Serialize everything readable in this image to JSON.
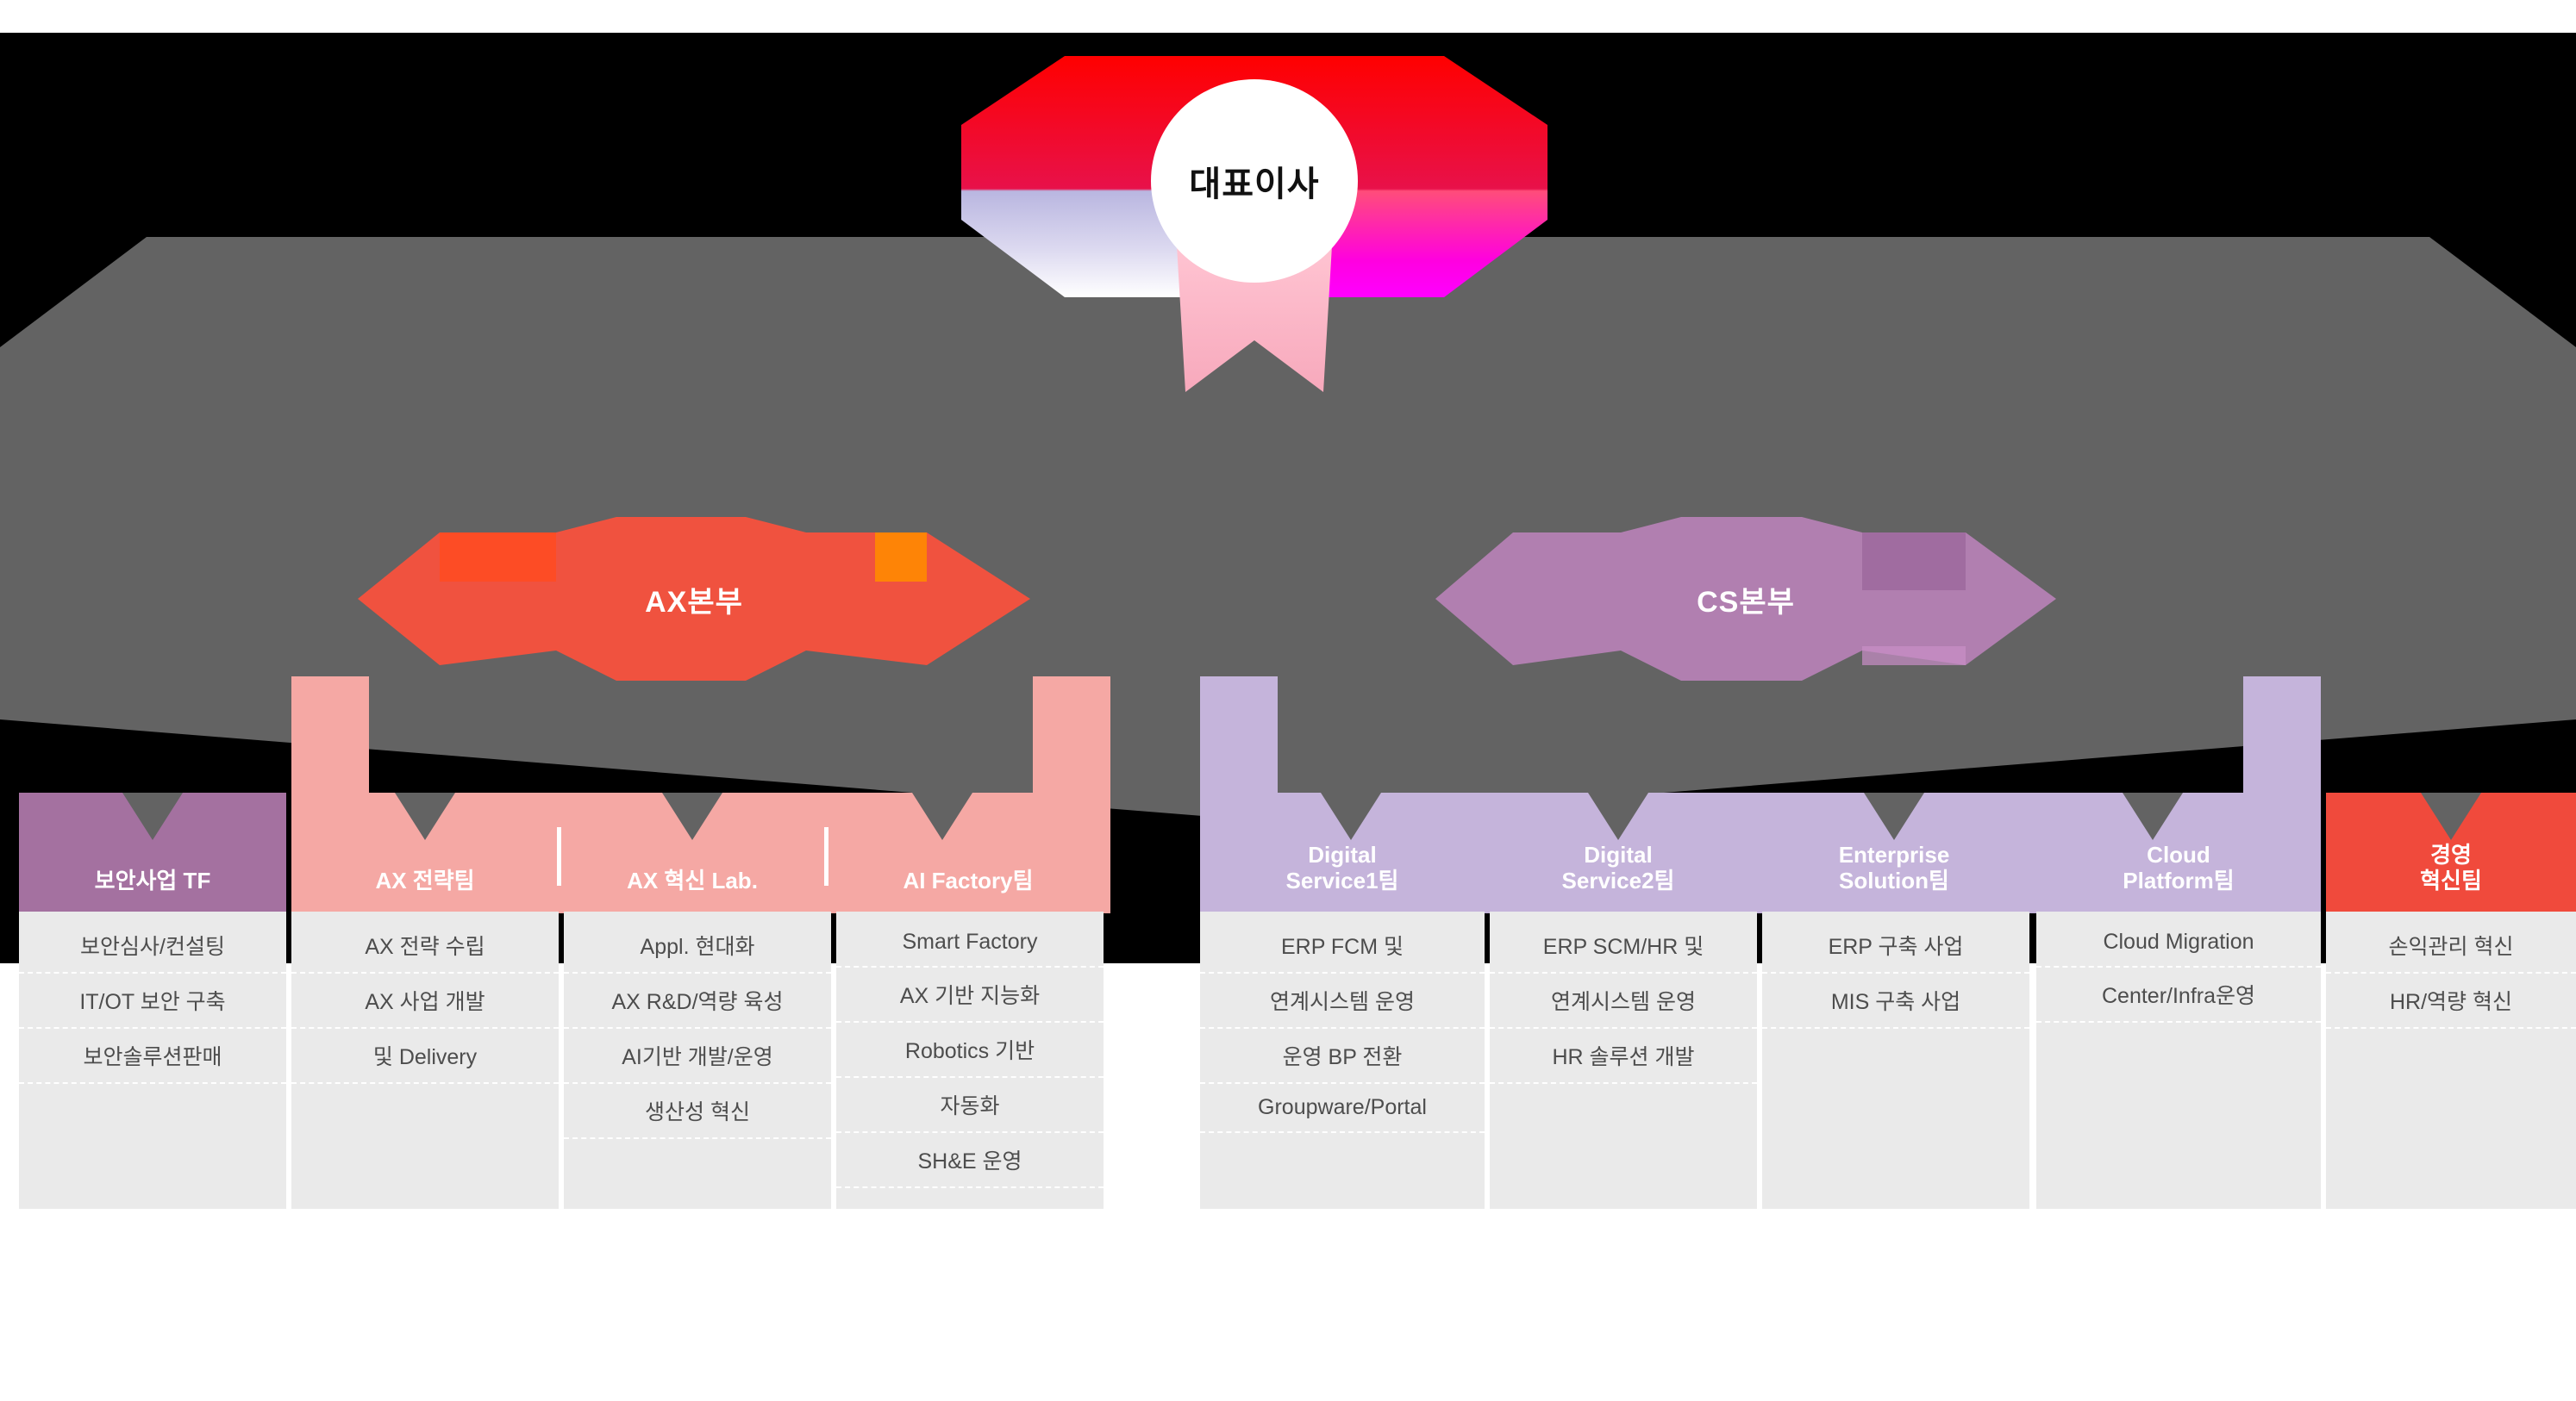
{
  "ceo": {
    "label": "대표이사"
  },
  "divisions": [
    {
      "name": "AX본부",
      "color": "#F0523F"
    },
    {
      "name": "CS본부",
      "color": "#B17FB0"
    }
  ],
  "teams": [
    {
      "label": "보안사업 TF",
      "color": "#A471A0",
      "group": "none",
      "details": [
        "보안심사/컨설팅",
        "IT/OT 보안 구축",
        "보안솔루션판매"
      ]
    },
    {
      "label": "AX 전략팀",
      "color": "#F5A8A4",
      "group": "ax",
      "details": [
        "AX 전략 수립",
        "AX 사업 개발",
        "및 Delivery"
      ]
    },
    {
      "label": "AX 혁신 Lab.",
      "color": "#F5A8A4",
      "group": "ax",
      "details": [
        "Appl. 현대화",
        "AX R&D/역량 육성",
        "AI기반 개발/운영",
        "생산성 혁신"
      ]
    },
    {
      "label": "AI Factory팀",
      "color": "#F5A8A4",
      "group": "ax",
      "details": [
        "Smart Factory",
        "AX 기반 지능화",
        "Robotics 기반",
        "자동화",
        "SH&E 운영"
      ]
    },
    {
      "label": "Digital\nService1팀",
      "color": "#C5B4DB",
      "group": "cs",
      "details": [
        "ERP FCM 및",
        "연계시스템 운영",
        "운영 BP 전환",
        "Groupware/Portal"
      ]
    },
    {
      "label": "Digital\nService2팀",
      "color": "#C5B4DB",
      "group": "cs",
      "details": [
        "ERP SCM/HR 및",
        "연계시스템 운영",
        "HR 솔루션 개발"
      ]
    },
    {
      "label": "Enterprise\nSolution팀",
      "color": "#C5B4DB",
      "group": "cs",
      "details": [
        "ERP 구축 사업",
        "MIS 구축 사업"
      ]
    },
    {
      "label": "Cloud\nPlatform팀",
      "color": "#C5B4DB",
      "group": "cs",
      "details": [
        "Cloud Migration",
        "Center/Infra운영"
      ]
    },
    {
      "label": "경영\n혁신팀",
      "color": "#F04A3C",
      "group": "none",
      "details": [
        "손익관리 혁신",
        "HR/역량 혁신"
      ]
    }
  ],
  "palette": {
    "backdrop": "#000000",
    "plate": "#636363",
    "card_bg": "#eaeaea",
    "card_text": "#4d4d4d",
    "divider": "#ffffff"
  }
}
